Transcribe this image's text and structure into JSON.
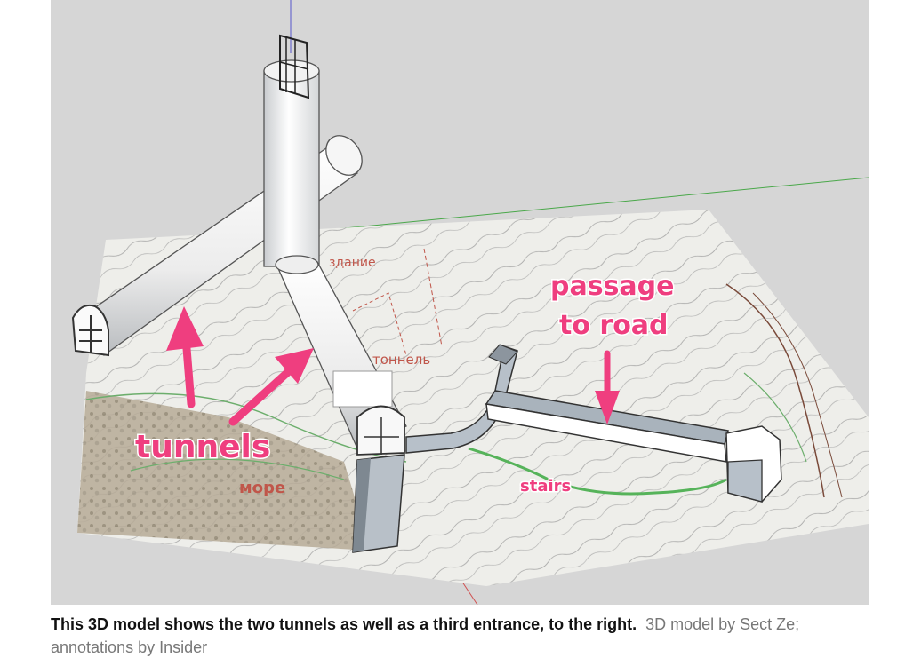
{
  "image": {
    "alt": "3D model of two tunnels and a third entrance on a topographic map",
    "map_labels": {
      "building": "здание",
      "tunnel": "тоннель",
      "sea": "море"
    },
    "annotations": {
      "tunnels": "tunnels",
      "passage_line1": "passage",
      "passage_line2": "to road",
      "stairs": "stairs"
    },
    "colors": {
      "annotation": "#ef3e7f",
      "background": "#d8d8d8",
      "map": "#eeeeea",
      "tunnel": "#f4f4f4",
      "tunnel_shadow": "#b8bec4",
      "passage_gray": "#a8b2bb",
      "stairs_green": "#56b35a"
    }
  },
  "caption": {
    "main": "This 3D model shows the two tunnels as well as a third entrance, to the right.",
    "credit": "3D model by Sect Ze; annotations by Insider"
  }
}
